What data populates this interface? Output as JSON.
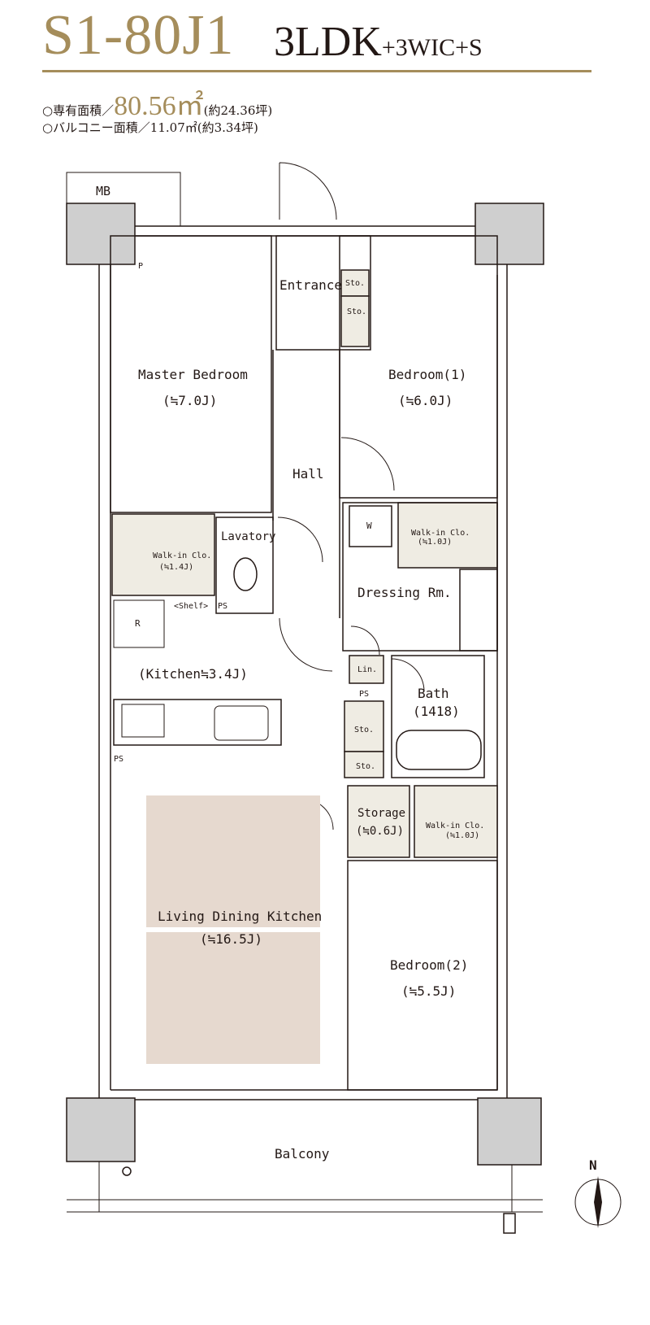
{
  "header": {
    "plan_code": "S1-80J1",
    "layout_type": "3LDK",
    "layout_suffix": "+3WIC+S",
    "exclusive_area_label": "○専有面積／",
    "exclusive_area_value": "80.56㎡",
    "exclusive_area_tsubo": "(約24.36坪)",
    "balcony_area_text": "○バルコニー面積／11.07㎡(約3.34坪)"
  },
  "rooms": {
    "mb": "MB",
    "p": "P",
    "entrance": "Entrance",
    "sto": "Sto.",
    "master_bedroom": "Master Bedroom",
    "master_bedroom_size": "(≒7.0J)",
    "bedroom1": "Bedroom(1)",
    "bedroom1_size": "(≒6.0J)",
    "hall": "Hall",
    "lavatory": "Lavatory",
    "walkin_master": "Walk-in Clo.",
    "walkin_master_size": "(≒1.4J)",
    "shelf": "<Shelf>",
    "ps": "PS",
    "w": "W",
    "walkin_b1": "Walk-in Clo.",
    "walkin_b1_size": "(≒1.0J)",
    "dressing": "Dressing Rm.",
    "r": "R",
    "kitchen": "(Kitchen≒3.4J)",
    "lin": "Lin.",
    "bath": "Bath",
    "bath_size": "(1418)",
    "storage": "Storage",
    "storage_size": "(≒0.6J)",
    "walkin_b2": "Walk-in Clo.",
    "walkin_b2_size": "(≒1.0J)",
    "ldk": "Living Dining Kitchen",
    "ldk_size": "(≒16.5J)",
    "bedroom2": "Bedroom(2)",
    "bedroom2_size": "(≒5.5J)",
    "balcony": "Balcony",
    "north": "N"
  },
  "colors": {
    "accent_gold": "#a58d5b",
    "ink": "#231815",
    "closet_fill": "#efece3",
    "ldk_fill": "#e6d9cf",
    "column_fill": "#cfcfcf"
  }
}
